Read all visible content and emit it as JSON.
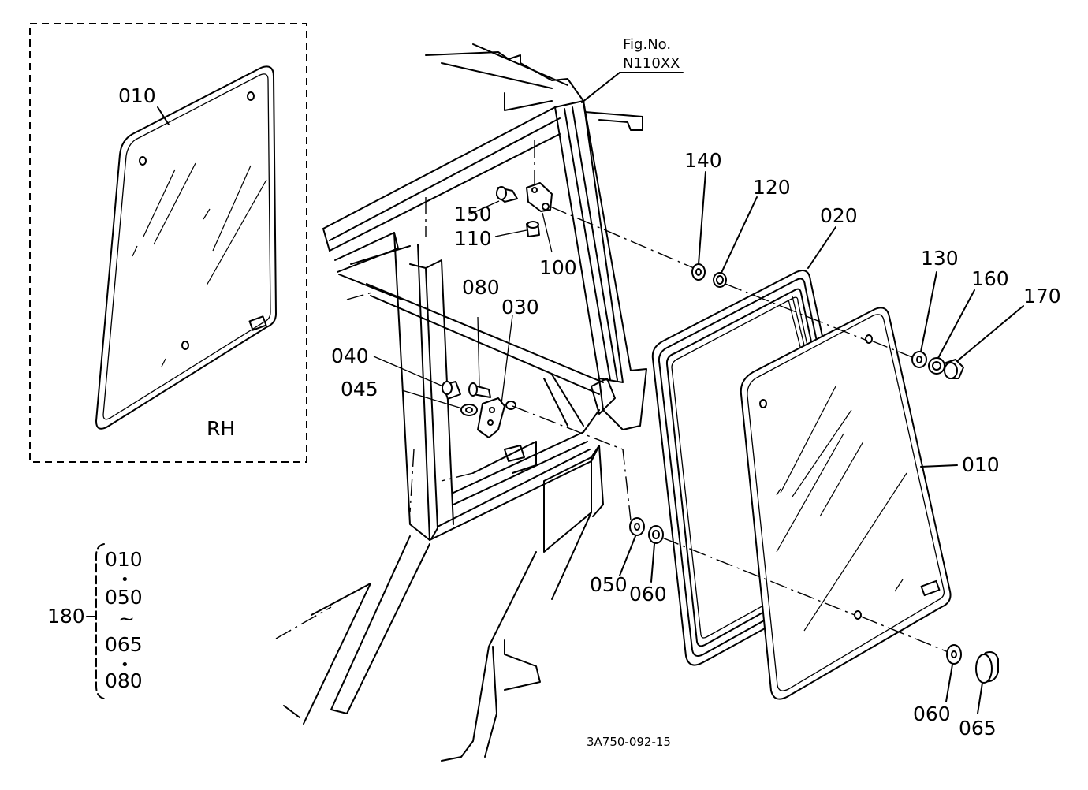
{
  "figure": {
    "fig_no_label": "Fig.No.",
    "fig_no_value": "N110XX",
    "drawing_code": "3A750-092-15"
  },
  "inset": {
    "part_label": "010",
    "side_label": "RH"
  },
  "callouts": {
    "p010": "010",
    "p020": "020",
    "p030": "030",
    "p040": "040",
    "p045": "045",
    "p050": "050",
    "p060a": "060",
    "p060b": "060",
    "p065": "065",
    "p080": "080",
    "p100": "100",
    "p110": "110",
    "p120": "120",
    "p130": "130",
    "p140": "140",
    "p150": "150",
    "p160": "160",
    "p170": "170"
  },
  "assembly": {
    "label": "180",
    "items": [
      "010",
      "050",
      "065",
      "080"
    ],
    "separator_dot": "•",
    "separator_range": "~"
  }
}
